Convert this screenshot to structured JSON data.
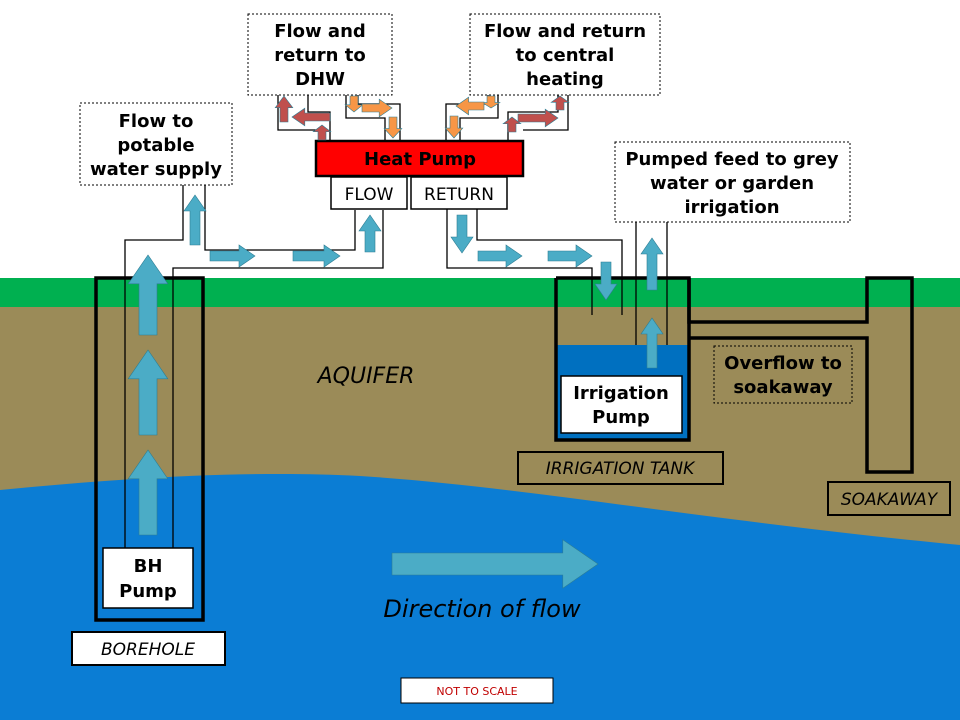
{
  "colors": {
    "grass": "#00b050",
    "soil": "#9b8b58",
    "groundwater": "#0b7dd4",
    "tank_water": "#0070c0",
    "water_arrow": "#4bacc6",
    "hot_arrow": "#c0504d",
    "warm_arrow": "#f79646",
    "heat_pump": "#ff0000",
    "warning_text": "#c00000"
  },
  "labels": {
    "potable": [
      "Flow to",
      "potable",
      "water supply"
    ],
    "dhw": [
      "Flow and",
      "return to",
      "DHW"
    ],
    "central_heating": [
      "Flow and return",
      "to central",
      "heating"
    ],
    "grey_water": [
      "Pumped feed to grey",
      "water or garden",
      "irrigation"
    ],
    "heat_pump": "Heat Pump",
    "flow": "FLOW",
    "return": "RETURN",
    "aquifer": "AQUIFER",
    "irrigation_pump": [
      "Irrigation",
      "Pump"
    ],
    "overflow": [
      "Overflow to",
      "soakaway"
    ],
    "irrigation_tank": "IRRIGATION TANK",
    "soakaway": "SOAKAWAY",
    "bh_pump": [
      "BH",
      "Pump"
    ],
    "borehole": "BOREHOLE",
    "direction": "Direction of flow",
    "not_to_scale": "NOT TO SCALE"
  }
}
